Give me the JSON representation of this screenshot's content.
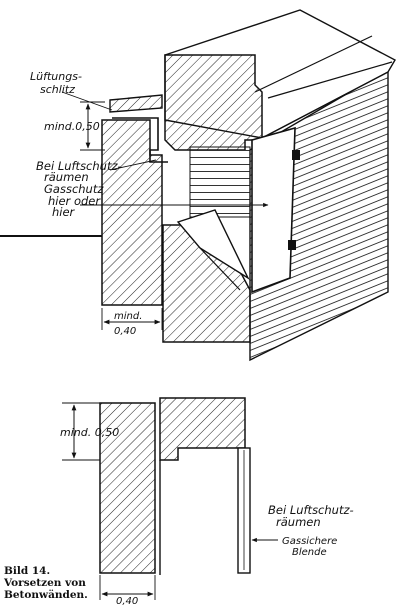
{
  "upper_diagram": {
    "label_lueftungsschlitz_1": "Lüftungs-",
    "label_lueftungsschlitz_2": "schlitz",
    "dim_height": "mind.0,50",
    "note_line_1": "Bei Luftschutz-",
    "note_line_2": "räumen",
    "note_line_3": "Gasschutz",
    "note_line_4": "hier oder",
    "note_line_5": "hier",
    "dim_width": "mind.",
    "dim_width_value": "0,40"
  },
  "lower_diagram": {
    "dim_height": "mind. 0,50",
    "note_line_1": "Bei Luftschutz-",
    "note_line_2": "räumen",
    "note_line_3": "Gassichere",
    "note_line_4": "Blende",
    "dim_width": "0,40"
  },
  "caption": {
    "line_1": "Bild 14.",
    "line_2": "Vorsetzen von",
    "line_3": "Betonwänden."
  }
}
